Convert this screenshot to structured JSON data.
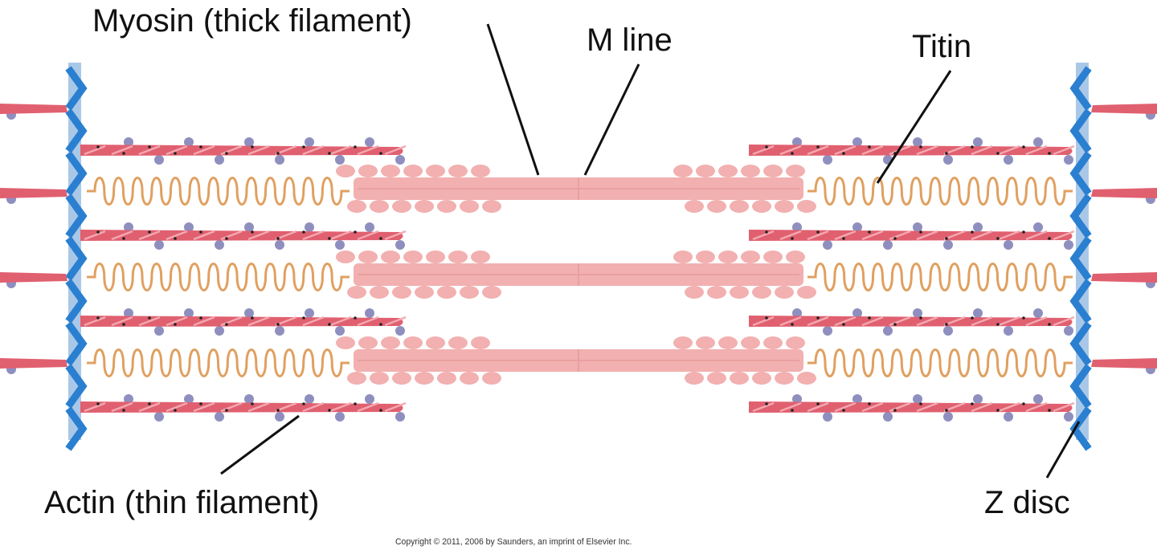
{
  "labels": {
    "myosin": "Myosin (thick filament)",
    "m_line": "M line",
    "titin": "Titin",
    "actin": "Actin (thin filament)",
    "z_disc": "Z disc"
  },
  "copyright": "Copyright © 2011, 2006 by Saunders, an imprint of Elsevier Inc.",
  "colors": {
    "z_disc": "#2a7fd0",
    "z_disc_band": "#a9c8e8",
    "actin": "#e06070",
    "actin_light": "#f4a8b0",
    "troponin": "#8f8fbf",
    "titin": "#e0a060",
    "myosin": "#f2b0b0",
    "myosin_dark": "#e89a9a"
  }
}
